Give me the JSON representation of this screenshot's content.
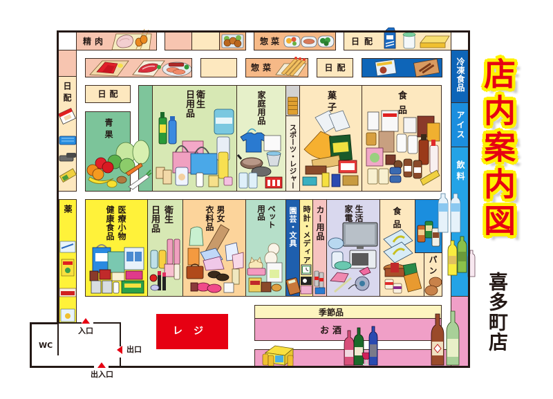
{
  "title": "店内案内図",
  "store_name": "喜多町店",
  "sections": {
    "top_meat": {
      "label": "精肉",
      "icon": "meat-skewer-icon"
    },
    "top_deli": {
      "label": "惣菜",
      "icon": "deli-plates-icon"
    },
    "top_dairy": {
      "label": "日配",
      "icon": "milk-yogurt-butter-icon"
    },
    "row2_deli": {
      "label": "惣菜",
      "icon": "shrimp-tempura-icon"
    },
    "row2_dairy": {
      "label": "日配"
    },
    "left_dairy": {
      "label": "日配",
      "icon": "daily-goods-icon"
    },
    "dairy_small": {
      "label": "日配"
    },
    "produce": {
      "label": "青果",
      "icon": "fruits-vegetables-icon"
    },
    "toiletries_upper": {
      "lines": [
        "衛生",
        "日用品"
      ],
      "icon": "toiletries-icon"
    },
    "household": {
      "label": "家庭用品",
      "icon": "household-goods-icon"
    },
    "sports_leisure": {
      "label": "スポーツ・レジャー",
      "icon": "shelf-icon"
    },
    "confectionery": {
      "label": "菓子",
      "icon": "snacks-icon"
    },
    "groceries_upper": {
      "label": "食品",
      "icon": "groceries-icon"
    },
    "medicine": {
      "label": "薬",
      "icon": "medicine-box-icon"
    },
    "health": {
      "lines": [
        "医療小物",
        "健康食品"
      ],
      "icon": "health-products-icon"
    },
    "toiletries_lower": {
      "lines": [
        "衛生",
        "日用品"
      ],
      "icon": "cosmetics-icon"
    },
    "clothing": {
      "lines": [
        "男女",
        "衣料品"
      ],
      "icon": "clothing-icon"
    },
    "pet": {
      "lines": [
        "ペット",
        "用品"
      ],
      "icon": "pet-supplies-icon"
    },
    "garden_stationery": {
      "label": "園芸・文具",
      "icon": "calculator-icon"
    },
    "clock_media": {
      "label": "時計・メディア",
      "icon": "clock-icon"
    },
    "car": {
      "label": "カー用品",
      "icon": "spray-can-icon"
    },
    "appliances": {
      "lines": [
        "生活",
        "家電"
      ],
      "icon": "appliances-icon"
    },
    "groceries_lower": {
      "label": "食品",
      "icon": "rice-noodles-icon"
    },
    "bread": {
      "label": "パン",
      "icon": "bread-icon"
    },
    "frozen": {
      "label": "冷凍食品"
    },
    "ice_cream": {
      "label": "アイス"
    },
    "beverages": {
      "label": "飲料",
      "icon": "bottles-icon"
    },
    "seasonal": {
      "label": "季節品"
    },
    "alcohol": {
      "label": "お酒",
      "icon": "wine-sake-beer-icon"
    }
  },
  "checkout": {
    "label": "レジ"
  },
  "facilities": {
    "restroom": "WC",
    "entrance": "入口",
    "exit": "出口",
    "entrance_exit": "出入口"
  },
  "icons": {
    "entrance_arrow": "red-triangle-up-icon",
    "exit_arrow": "red-triangle-left-icon",
    "entrance_exit_arrow": "red-triangle-up-icon"
  },
  "colors": {
    "meat": "#f7c5b0",
    "dairy": "#fde8bf",
    "deli": "#f6b987",
    "frozen": "#0e65b8",
    "ice_cream": "#1b8ede",
    "beverages": "#24a3e6",
    "produce": "#7cc49a",
    "toiletries": "#d7e8b4",
    "household": "#e6f0c9",
    "medicine": "#fff23a",
    "clothing": "#fcd49b",
    "pet": "#b6dfc9",
    "garden_stationery": "#1e5fae",
    "clock_media": "#fdf0a2",
    "car": "#f6c3c0",
    "appliances": "#d9d8ee",
    "alcohol": "#f09fc7",
    "seasonal": "#fdf5c0",
    "checkout": "#e60012",
    "title_fill": "#e60012",
    "title_outline": "#fff100",
    "wall": "#231815"
  }
}
